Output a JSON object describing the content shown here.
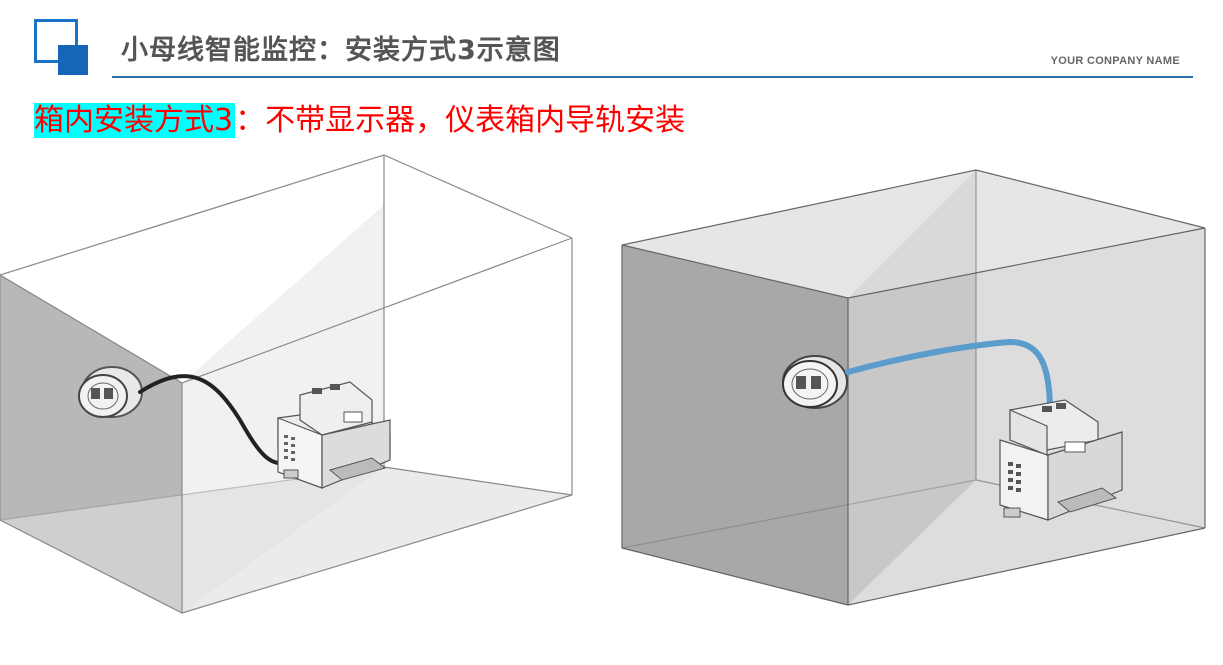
{
  "header": {
    "title": "小母线智能监控：安装方式3示意图",
    "company": "YOUR CONPANY NAME"
  },
  "subtitle": {
    "highlight": "箱内安装方式3",
    "rest": "：不带显示器，仪表箱内导轨安装"
  },
  "colors": {
    "brand_blue": "#1666b8",
    "header_rule": "#2b6ea8",
    "subtitle_red": "#ff0000",
    "highlight_cyan": "#00ffff",
    "cable_black": "#222222",
    "cable_blue": "#5a9ccc"
  },
  "diagrams": [
    {
      "id": "left",
      "description_icon": "transparent-box-with-dark-cable-meter"
    },
    {
      "id": "right",
      "description_icon": "gray-box-with-blue-cable-meter"
    }
  ]
}
